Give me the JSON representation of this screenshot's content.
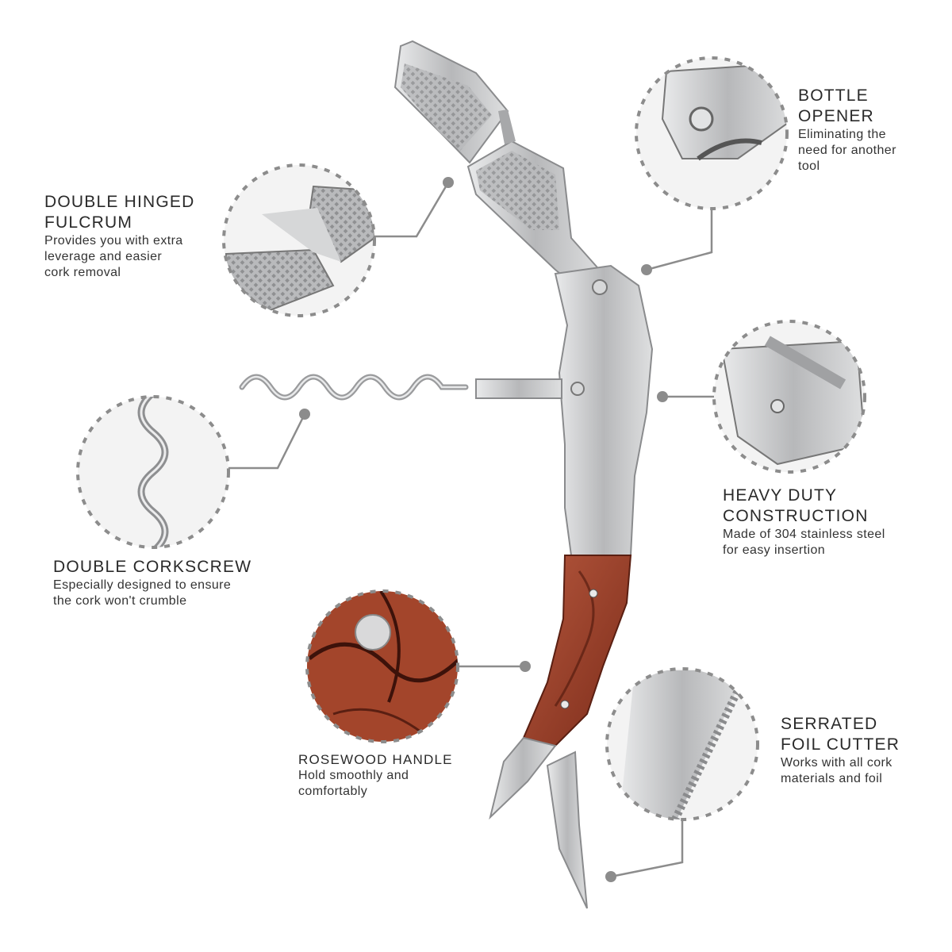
{
  "features": {
    "fulcrum": {
      "title": "DOUBLE HINGED\nFULCRUM",
      "desc": "Provides you with extra\nleverage and easier\ncork removal"
    },
    "bottle_opener": {
      "title": "BOTTLE\nOPENER",
      "desc": "Eliminating the\nneed for another\ntool"
    },
    "corkscrew": {
      "title": "DOUBLE CORKSCREW",
      "desc": "Especially designed to ensure\nthe cork won't crumble"
    },
    "construction": {
      "title": "HEAVY DUTY\nCONSTRUCTION",
      "desc": "Made of 304 stainless steel\nfor easy insertion"
    },
    "handle": {
      "title": "ROSEWOOD  HANDLE",
      "desc": "Hold smoothly and\ncomfortably"
    },
    "foil_cutter": {
      "title": "SERRATED\nFOIL CUTTER",
      "desc": "Works with all cork\nmaterials and foil"
    }
  },
  "colors": {
    "callout": "#8c8c8c",
    "steel": "#c9cacc",
    "rosewood": "#9a3b25"
  }
}
